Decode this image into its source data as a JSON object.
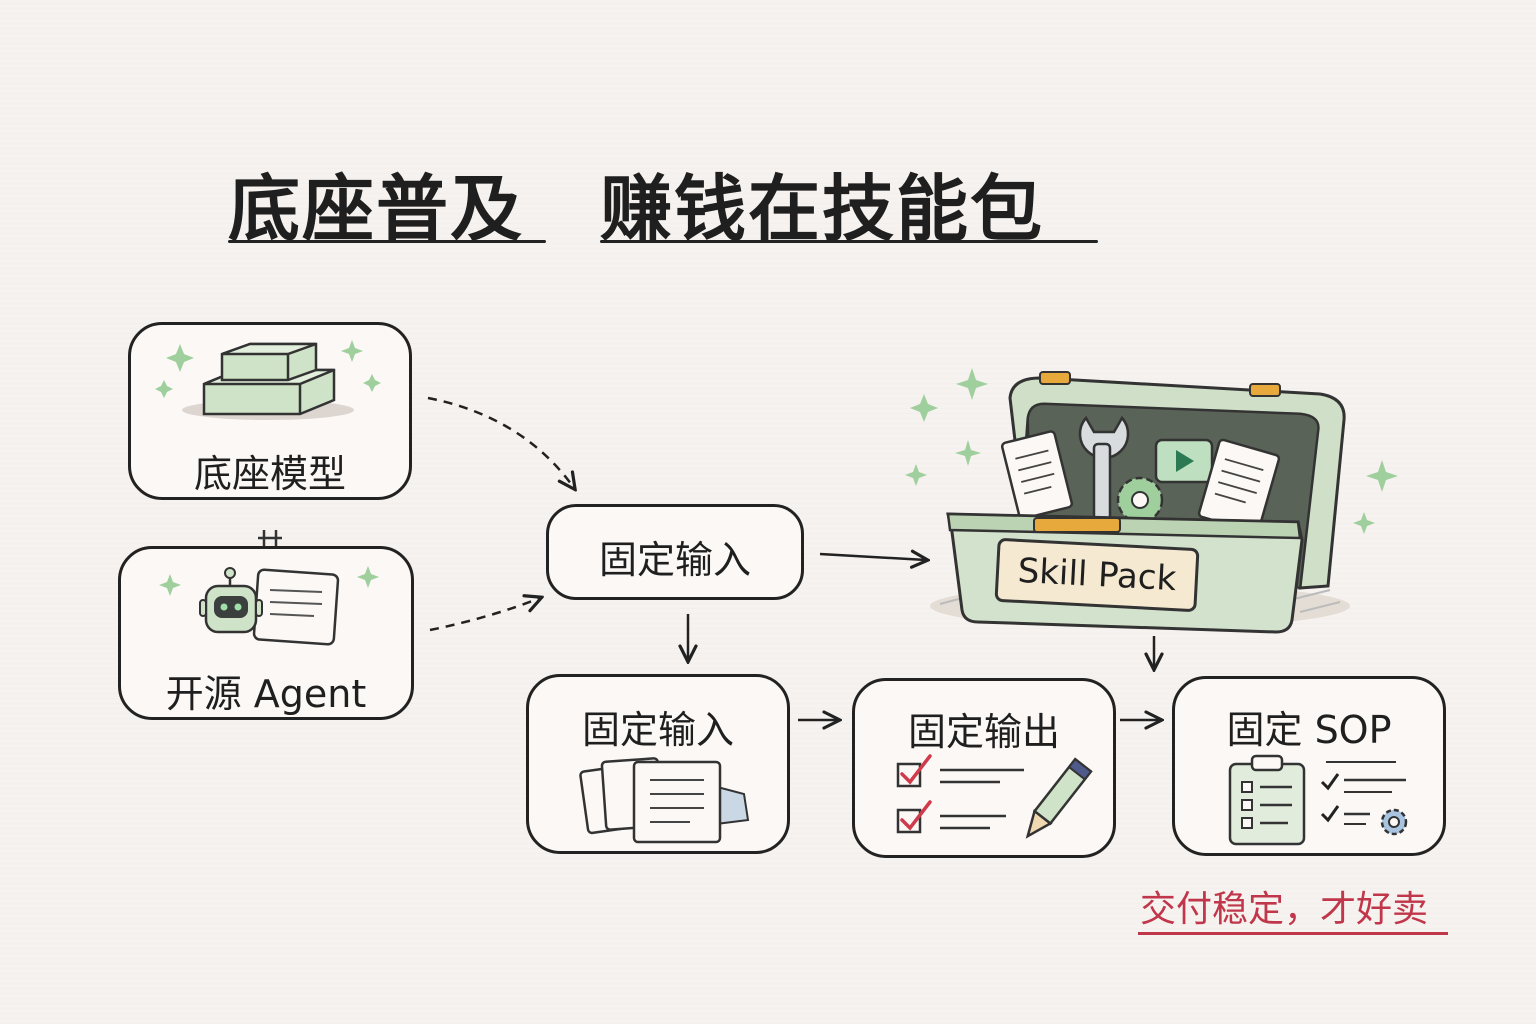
{
  "title": {
    "part1": "底座普及",
    "part2": "赚钱在技能包"
  },
  "nodes": {
    "base_model": "底座模型",
    "open_agent": "开源 Agent",
    "fixed_input_top": "固定输入",
    "fixed_input": "固定输入",
    "fixed_output": "固定输出",
    "fixed_sop": "固定 SOP"
  },
  "toolbox": {
    "label": "Skill Pack"
  },
  "slogan": "交付稳定，才好卖",
  "colors": {
    "accent_green": "#cfe3c8",
    "sparkle_green": "#9fcf9c",
    "toolbox_body": "#d3e2cc",
    "label_bg": "#f5e9d2",
    "check_red": "#d03b4c",
    "slogan_red": "#c0364a",
    "ink": "#222222"
  }
}
